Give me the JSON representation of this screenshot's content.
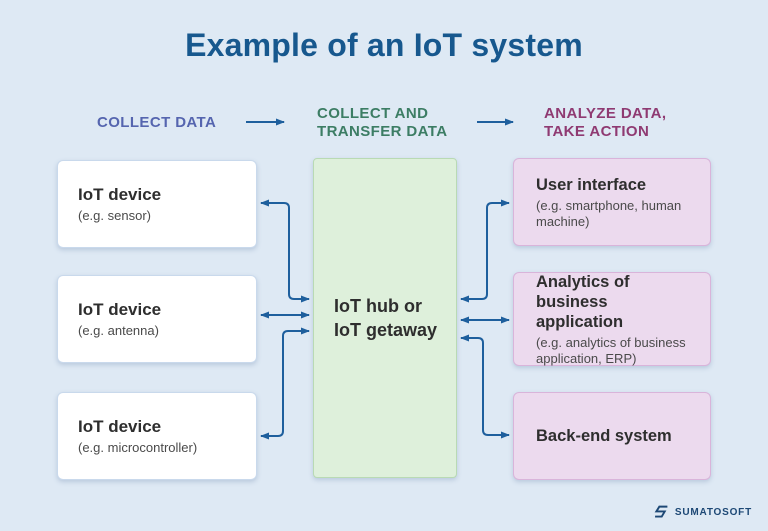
{
  "title": "Example of an IoT system",
  "stages": [
    {
      "label": "COLLECT DATA"
    },
    {
      "label": "COLLECT AND TRANSFER DATA"
    },
    {
      "label": "ANALYZE DATA, TAKE ACTION"
    }
  ],
  "devices": [
    {
      "title": "IoT device",
      "subtitle": "(e.g. sensor)"
    },
    {
      "title": "IoT device",
      "subtitle": "(e.g. antenna)"
    },
    {
      "title": "IoT device",
      "subtitle": "(e.g. microcontroller)"
    }
  ],
  "hub": {
    "line1": "IoT hub or",
    "line2": "IoT getaway"
  },
  "outputs": [
    {
      "title": "User interface",
      "subtitle": "(e.g. smartphone, human machine)"
    },
    {
      "title": "Analytics of business application",
      "subtitle": "(e.g. analytics of business application, ERP)"
    },
    {
      "title": "Back-end system",
      "subtitle": ""
    }
  ],
  "logo": {
    "text": "SUMATOSOFT"
  },
  "colors": {
    "bg": "#dee9f4",
    "title": "#17588e",
    "stage1": "#5565af",
    "stage2": "#3c7d64",
    "stage3": "#8f3a72",
    "arrow": "#1e5f9d",
    "device_fill": "#ffffff",
    "device_border": "#c9d9ec",
    "hub_fill": "#def0db",
    "hub_border": "#b9dab4",
    "output_fill": "#ecdaee",
    "output_border": "#d9b4da",
    "text_dark": "#2e2e2e",
    "text_sub": "#4a4a4a",
    "logo": "#1d4875"
  }
}
